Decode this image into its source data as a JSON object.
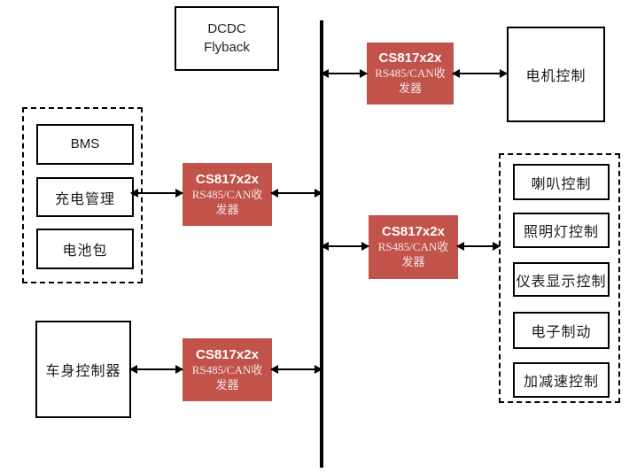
{
  "diagram": {
    "dcdc": {
      "line1": "DCDC",
      "line2": "Flyback"
    },
    "transceiver": {
      "title": "CS817x2x",
      "subtitle": "RS485/CAN收发器"
    },
    "motor": {
      "label": "电机控制"
    },
    "body_controller": {
      "label": "车身控制器"
    },
    "battery_group": {
      "items": [
        "BMS",
        "充电管理",
        "电池包"
      ]
    },
    "control_group": {
      "items": [
        "喇叭控制",
        "照明灯控制",
        "仪表显示控制",
        "电子制动",
        "加减速控制"
      ]
    },
    "colors": {
      "transceiver_bg": "#C1534B",
      "transceiver_title": "#FFFFFF",
      "transceiver_subtitle": "#F4E5E3",
      "bus": "#000000"
    },
    "edges": [
      {
        "from": "RS485/CAN总线",
        "to": "CS817x2x收发器(上)",
        "type": "bidirectional"
      },
      {
        "from": "CS817x2x收发器(上)",
        "to": "电机控制",
        "type": "bidirectional"
      },
      {
        "from": "充电管理",
        "to": "CS817x2x收发器(左)",
        "type": "bidirectional"
      },
      {
        "from": "CS817x2x收发器(左)",
        "to": "RS485/CAN总线",
        "type": "bidirectional"
      },
      {
        "from": "RS485/CAN总线",
        "to": "CS817x2x收发器(右)",
        "type": "bidirectional"
      },
      {
        "from": "CS817x2x收发器(右)",
        "to": "控制单元组",
        "type": "bidirectional"
      },
      {
        "from": "车身控制器",
        "to": "CS817x2x收发器(下)",
        "type": "bidirectional"
      },
      {
        "from": "CS817x2x收发器(下)",
        "to": "RS485/CAN总线",
        "type": "bidirectional"
      }
    ]
  }
}
